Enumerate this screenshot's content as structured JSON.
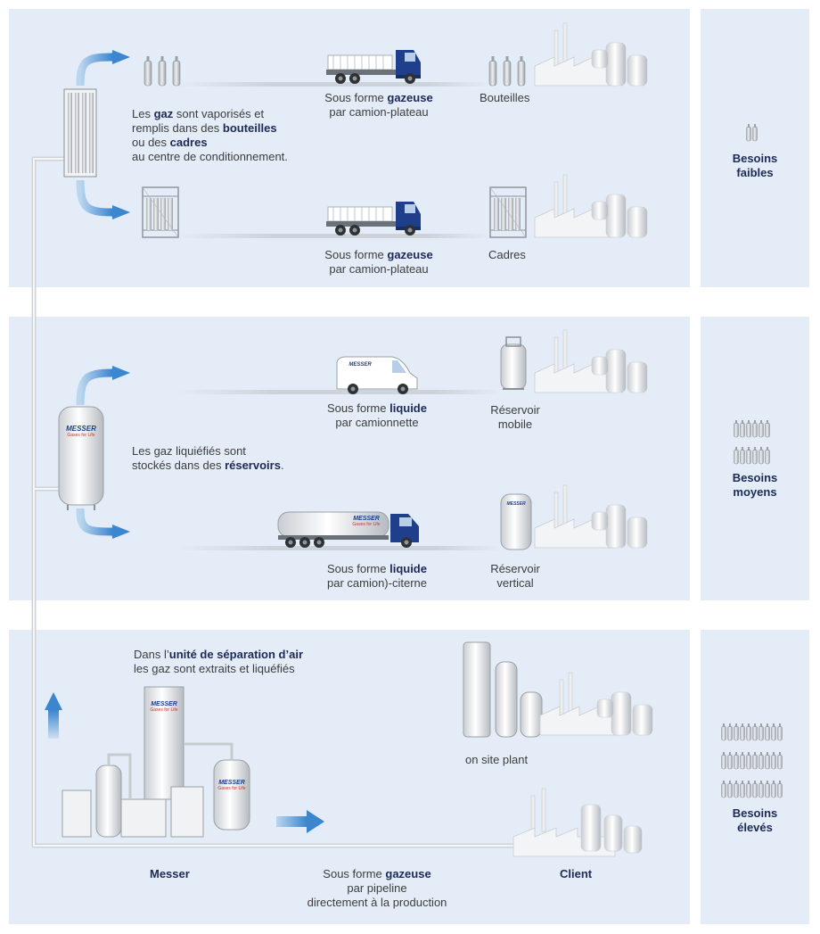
{
  "sections": {
    "low": {
      "intro": [
        {
          "t": "Les ",
          "b": false
        },
        {
          "t": "gaz",
          "b": true
        },
        {
          "t": " sont vaporisés et",
          "b": false
        },
        {
          "t": "\n",
          "b": false
        },
        {
          "t": "remplis dans des ",
          "b": false
        },
        {
          "t": "bouteilles",
          "b": true
        },
        {
          "t": "\n",
          "b": false
        },
        {
          "t": "ou des ",
          "b": false
        },
        {
          "t": "cadres",
          "b": true
        },
        {
          "t": "\n",
          "b": false
        },
        {
          "t": "au centre de conditionnement.",
          "b": false
        }
      ],
      "route1": {
        "mode_pre": "Sous forme ",
        "mode_bold": "gazeuse",
        "mode_post": "par camion-plateau",
        "dest": "Bouteilles"
      },
      "route2": {
        "mode_pre": "Sous forme ",
        "mode_bold": "gazeuse",
        "mode_post": "par camion-plateau",
        "dest": "Cadres"
      },
      "needs_line1": "Besoins",
      "needs_line2": "faibles"
    },
    "medium": {
      "intro_line1": "Les gaz liquiéfiés sont",
      "intro_line2_pre": "stockés dans des ",
      "intro_line2_bold": "réservoirs",
      "intro_line2_post": ".",
      "route1": {
        "mode_pre": "Sous forme ",
        "mode_bold": "liquide",
        "mode_post": "par camionnette",
        "dest_line1": "Réservoir",
        "dest_line2": "mobile"
      },
      "route2": {
        "mode_pre": "Sous forme ",
        "mode_bold": "liquide",
        "mode_post": "par camion)-citerne",
        "dest_line1": "Réservoir",
        "dest_line2": "vertical"
      },
      "needs_line1": "Besoins",
      "needs_line2": "moyens"
    },
    "high": {
      "intro_pre": "Dans l’",
      "intro_bold": "unité de séparation d’air",
      "intro_line2": "les gaz sont extraits et liquéfiés",
      "onsite": "on site plant",
      "source": "Messer",
      "client": "Client",
      "mode_pre": "Sous forme ",
      "mode_bold": "gazeuse",
      "mode_line2": "par pipeline",
      "mode_line3": "directement à la production",
      "needs_line1": "Besoins",
      "needs_line2": "élevés"
    }
  },
  "branding": {
    "logo": "MESSER",
    "slogan": "Gases for Life"
  },
  "colors": {
    "panel": "#e3ecf7",
    "arrow": "#4a90d0",
    "truck_cab": "#1f3f8c",
    "text_bold": "#1c2a55"
  }
}
